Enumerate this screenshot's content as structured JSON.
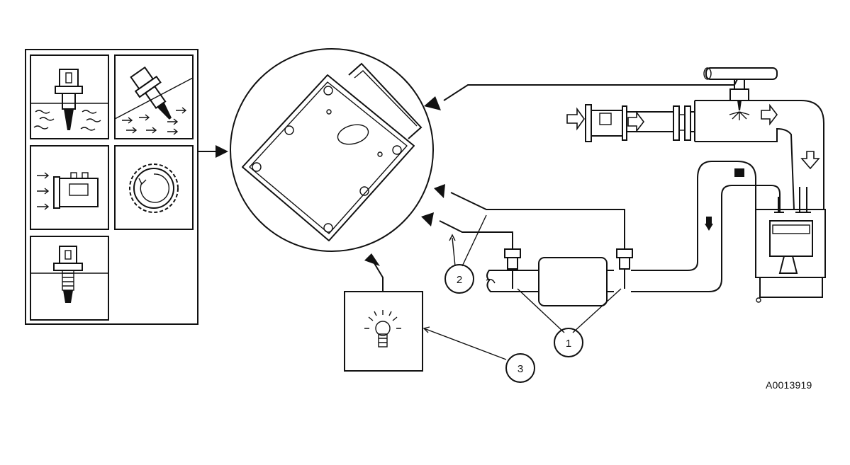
{
  "callouts": [
    "1",
    "2",
    "3"
  ],
  "reference_code": "A0013919",
  "icons": {
    "sensor_panel": [
      "coolant-temperature-sensor-icon",
      "intake-air-temperature-sensor-icon",
      "mass-air-flow-sensor-icon",
      "crankshaft-reluctor-wheel-icon",
      "knock-sensor-icon"
    ],
    "module": "engine-control-module-icon",
    "lamp": "malfunction-indicator-lamp-icon",
    "engine": "engine-cylinder-icon",
    "catalytic_converter": "catalytic-converter-icon",
    "oxygen_sensors": [
      "upstream-oxygen-sensor-icon",
      "downstream-oxygen-sensor-icon"
    ],
    "injector": "fuel-injector-icon"
  },
  "colors": {
    "line": "#111111",
    "background": "#ffffff"
  }
}
